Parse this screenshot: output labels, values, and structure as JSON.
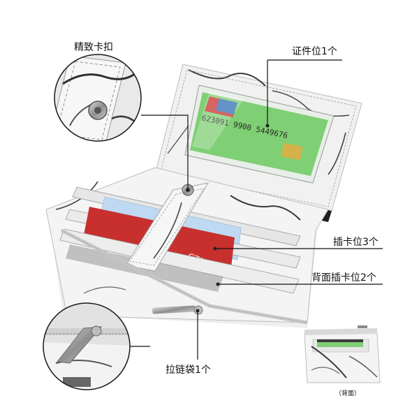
{
  "callouts": {
    "clasp": "精致卡扣",
    "id_slot": "证件位1个",
    "card_slots": "插卡位3个",
    "back_slots": "背面插卡位2个",
    "zipper": "拉链袋1个"
  },
  "thumbnail": {
    "caption": "（背面）"
  },
  "card_text": {
    "front_bank_brand": "UnionPay",
    "bank_number": "623091 9900 5449676",
    "red_card_text": "CZRANK"
  },
  "colors": {
    "marble_white": "#f2f2f2",
    "marble_vein": "#3a3a3a",
    "id_card_green": "#7fcf74",
    "card_blue": "#bfd9f2",
    "card_red": "#c8302e",
    "zipper_metal": "#8a8a8a"
  }
}
